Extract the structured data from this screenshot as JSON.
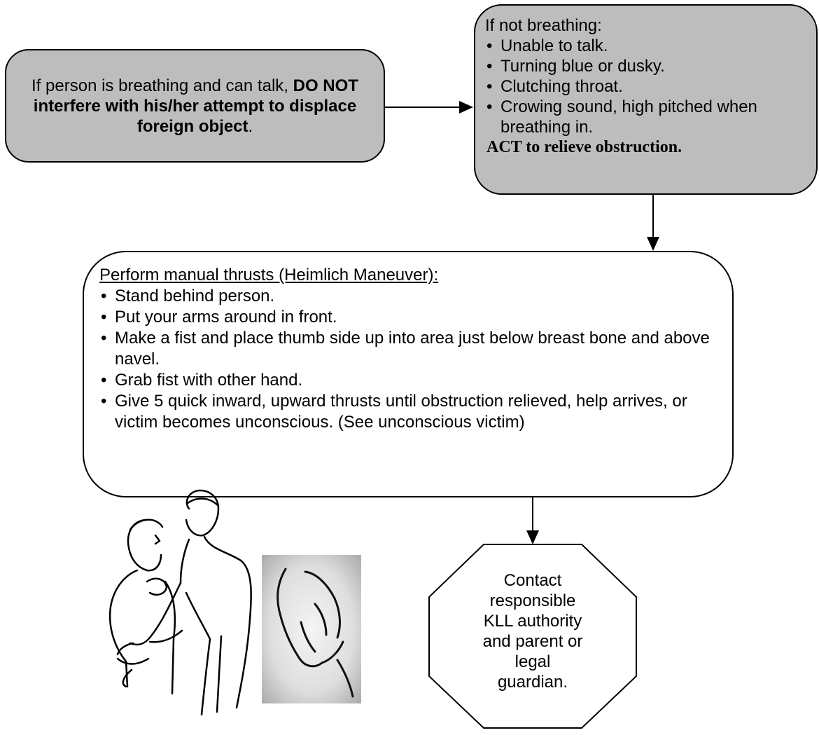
{
  "box1": {
    "text_plain": "If person is breathing and can talk, ",
    "text_bold": "DO NOT interfere with his/her attempt to displace foreign object",
    "text_end": "."
  },
  "box2": {
    "title": "If not breathing:",
    "items": [
      "Unable to talk.",
      "Turning blue or dusky.",
      "Clutching throat.",
      "Crowing sound, high pitched when breathing in."
    ],
    "action": "ACT to relieve obstruction."
  },
  "box3": {
    "title": "Perform manual thrusts (Heimlich Maneuver):",
    "items": [
      "Stand behind person.",
      "Put your arms around in front.",
      "Make a fist and place thumb side up into area just below breast bone and above navel.",
      "Grab fist with other hand.",
      "Give 5 quick inward, upward thrusts until obstruction relieved, help arrives, or victim becomes unconscious.  (See unconscious victim)"
    ]
  },
  "octagon": {
    "text": "Contact responsible KLL authority and parent or legal guardian."
  },
  "colors": {
    "box_gray": "#bdbdbd",
    "line": "#000000"
  }
}
